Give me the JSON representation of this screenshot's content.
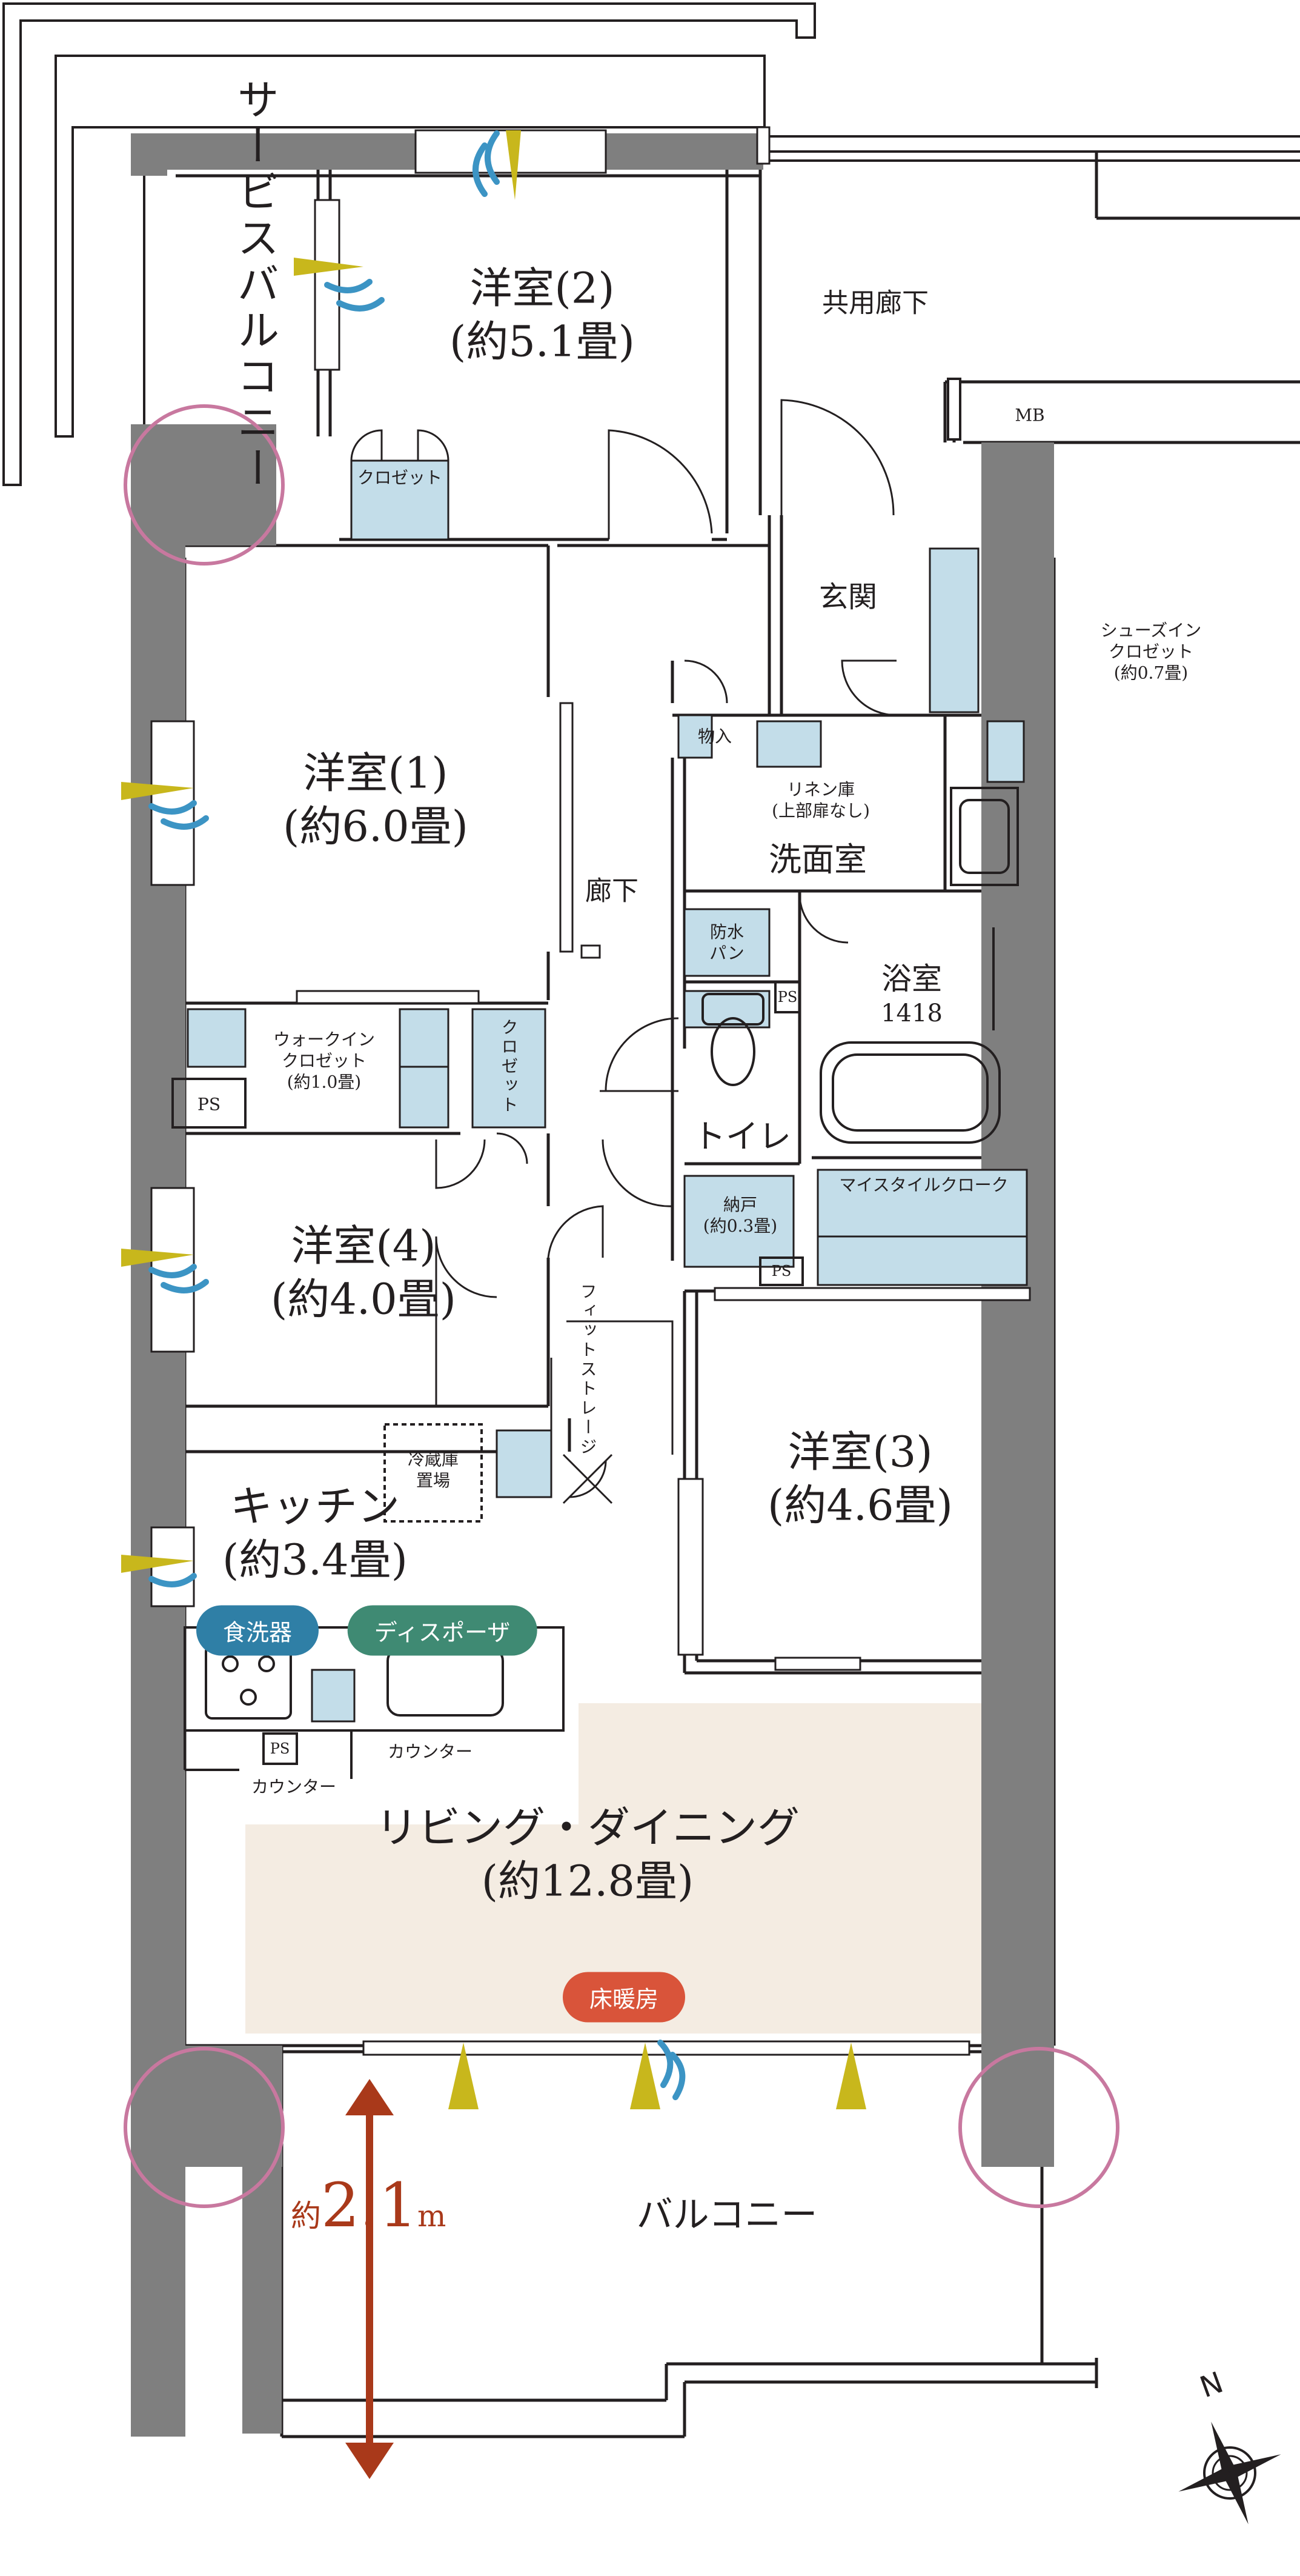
{
  "colors": {
    "wall": "#7f7f7f",
    "storage": "#c3dde9",
    "floor_heating": "#f4ece2",
    "highlight_circle": "#c8789f",
    "dimension": "#a9391a",
    "vent_yellow": "#c8b71c",
    "vent_blue": "#3c94c4",
    "pill_blue": "#2f7fa6",
    "pill_green": "#3f8a73",
    "pill_red": "#d9543a"
  },
  "rooms": {
    "western2": {
      "name": "洋室(2)",
      "size": "(約5.1畳)"
    },
    "western1": {
      "name": "洋室(1)",
      "size": "(約6.0畳)"
    },
    "western4": {
      "name": "洋室(4)",
      "size": "(約4.0畳)"
    },
    "western3": {
      "name": "洋室(3)",
      "size": "(約4.6畳)"
    },
    "kitchen": {
      "name": "キッチン",
      "size": "(約3.4畳)"
    },
    "living": {
      "name": "リビング・ダイニング",
      "size": "(約12.8畳)"
    },
    "bath": {
      "name": "浴室",
      "size": "1418"
    },
    "washroom": "洗面室",
    "toilet": "トイレ",
    "hallway": "廊下",
    "entrance": "玄関",
    "balcony": "バルコニー",
    "service_balcony": "サービスバルコニー",
    "common_corridor": "共用廊下"
  },
  "storage": {
    "closet2": "クロゼット",
    "walkin": [
      "ウォークイン",
      "クロゼット",
      "(約1.0畳)"
    ],
    "closet4": "クロゼット",
    "shoes": [
      "シューズイン",
      "クロゼット",
      "(約0.7畳)"
    ],
    "linen": [
      "リネン庫",
      "(上部扉なし)"
    ],
    "monoire": "物入",
    "nando": [
      "納戸",
      "(約0.3畳)"
    ],
    "mytile": "マイスタイルクローク",
    "fit_storage": "フィットストレージ",
    "waterproof_pan": [
      "防水",
      "パン"
    ],
    "fridge": [
      "冷蔵庫",
      "置場"
    ]
  },
  "small_labels": {
    "mb": "MB",
    "ps": "PS",
    "counter": "カウンター"
  },
  "features": {
    "dishwasher": "食洗器",
    "disposer": "ディスポーザ",
    "floor_heating": "床暖房"
  },
  "dimension": {
    "prefix": "約",
    "value": "2.1",
    "unit": "m"
  },
  "compass": {
    "north": "N"
  }
}
